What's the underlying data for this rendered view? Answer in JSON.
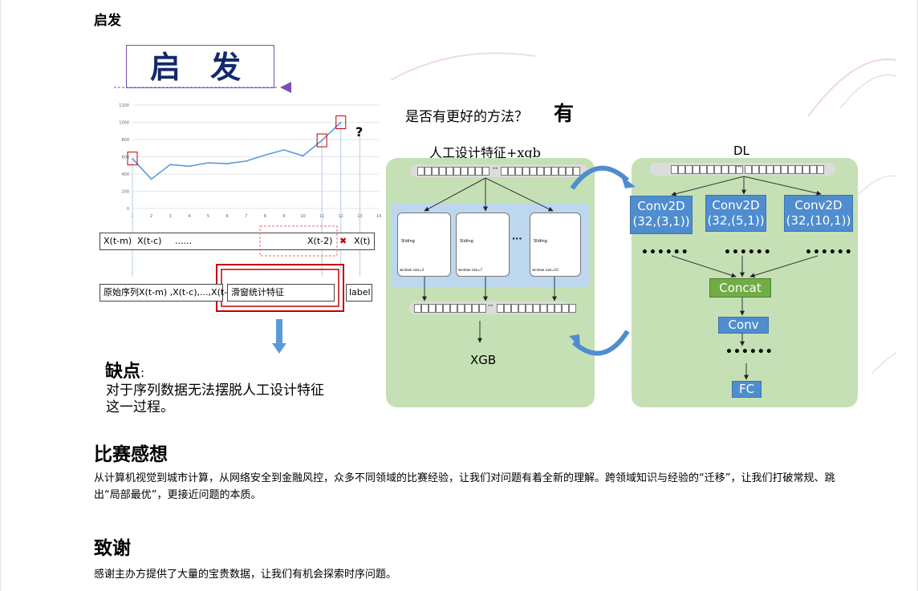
{
  "section1": {
    "heading": "启发"
  },
  "figure": {
    "title_box": "启 发",
    "question_line": "是否有更好的方法？",
    "answer": "有",
    "chart_question_mark": "?",
    "seq_row": {
      "a": "X(t-m)",
      "b": "X(t-c)",
      "ellipsis": "......",
      "c": "X(t-2)",
      "d": "X(t)"
    },
    "feature_row": {
      "raw": "原始序列X(t-m) ,X(t-c),...,X(t-2)",
      "window": "滑窗统计特征",
      "label": "label"
    },
    "drawback_title": "缺点",
    "drawback_colon": ":",
    "drawback_line1": "对于序列数据无法摆脱人工设计特征",
    "drawback_line2": "这一过程。",
    "left_panel_title": "人工设计特征+xgb",
    "right_panel_title": "DL",
    "vec_sep": "--",
    "window_dots": "···",
    "sliding_label": "Sliding",
    "window_size_labels": [
      "window size=3",
      "window size=7",
      "window size=10"
    ],
    "xgb_label": "XGB",
    "conv_nodes": [
      {
        "name": "Conv2D",
        "params": "(32,(3,1))"
      },
      {
        "name": "Conv2D",
        "params": "(32,(5,1))"
      },
      {
        "name": "Conv2D",
        "params": "(32,(10,1))"
      }
    ],
    "dot_row": "••••••",
    "concat": "Concat",
    "conv": "Conv",
    "fc": "FC",
    "accent_green": "#c5e0b4",
    "accent_blue": "#4f8dcf"
  },
  "chart_data": {
    "type": "line",
    "x": [
      1,
      2,
      3,
      4,
      5,
      6,
      7,
      8,
      9,
      10,
      11,
      12
    ],
    "values": [
      580,
      340,
      510,
      490,
      530,
      520,
      550,
      620,
      680,
      610,
      790,
      1000
    ],
    "xticks": [
      "1",
      "2",
      "3",
      "4",
      "5",
      "6",
      "7",
      "8",
      "9",
      "10",
      "11",
      "12",
      "13",
      "14"
    ],
    "yticks": [
      "0",
      "200",
      "400",
      "600",
      "800",
      "1000",
      "1200"
    ],
    "ylim": [
      0,
      1200
    ],
    "xlim": [
      1,
      14
    ],
    "color": "#5b9bd5",
    "highlighted_x": [
      1,
      11,
      12
    ]
  },
  "section2": {
    "heading": "比赛感想",
    "line1": "从计算机视觉到城市计算，从网络安全到金融风控，众多不同领域的比赛经验，让我们对问题有着全新的理解。跨领域知识与经验的“迁移”，让我们打破常规、跳",
    "line2": "出“局部最优”，更接近问题的本质。"
  },
  "section3": {
    "heading": "致谢",
    "line1": "感谢主办方提供了大量的宝贵数据，让我们有机会探索时序问题。"
  }
}
